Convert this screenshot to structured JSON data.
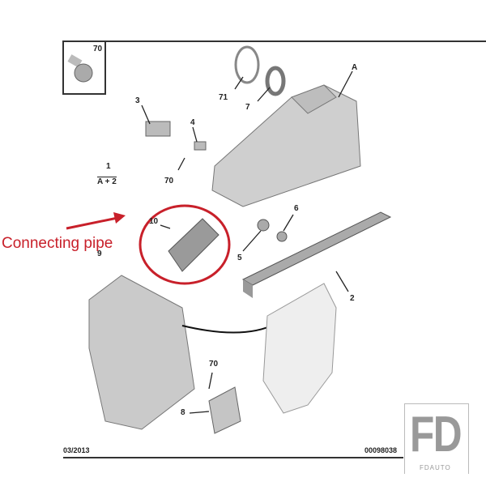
{
  "callout_text": "Connecting pipe",
  "labels": {
    "l70a": "70",
    "l71": "71",
    "l7": "7",
    "lA": "A",
    "l3": "3",
    "l4": "4",
    "l1": "1",
    "lA2": "A + 2",
    "l70b": "70",
    "l10": "10",
    "l6": "6",
    "l5": "5",
    "l9": "9",
    "l2": "2",
    "l70c": "70",
    "l8": "8"
  },
  "footer": {
    "date": "03/2013",
    "ref": "00098038"
  },
  "logo": {
    "mark": "FD",
    "name": "FDAUTO"
  },
  "colors": {
    "callout": "#c8202a",
    "part": "#c9c9c9",
    "line": "#333333"
  }
}
